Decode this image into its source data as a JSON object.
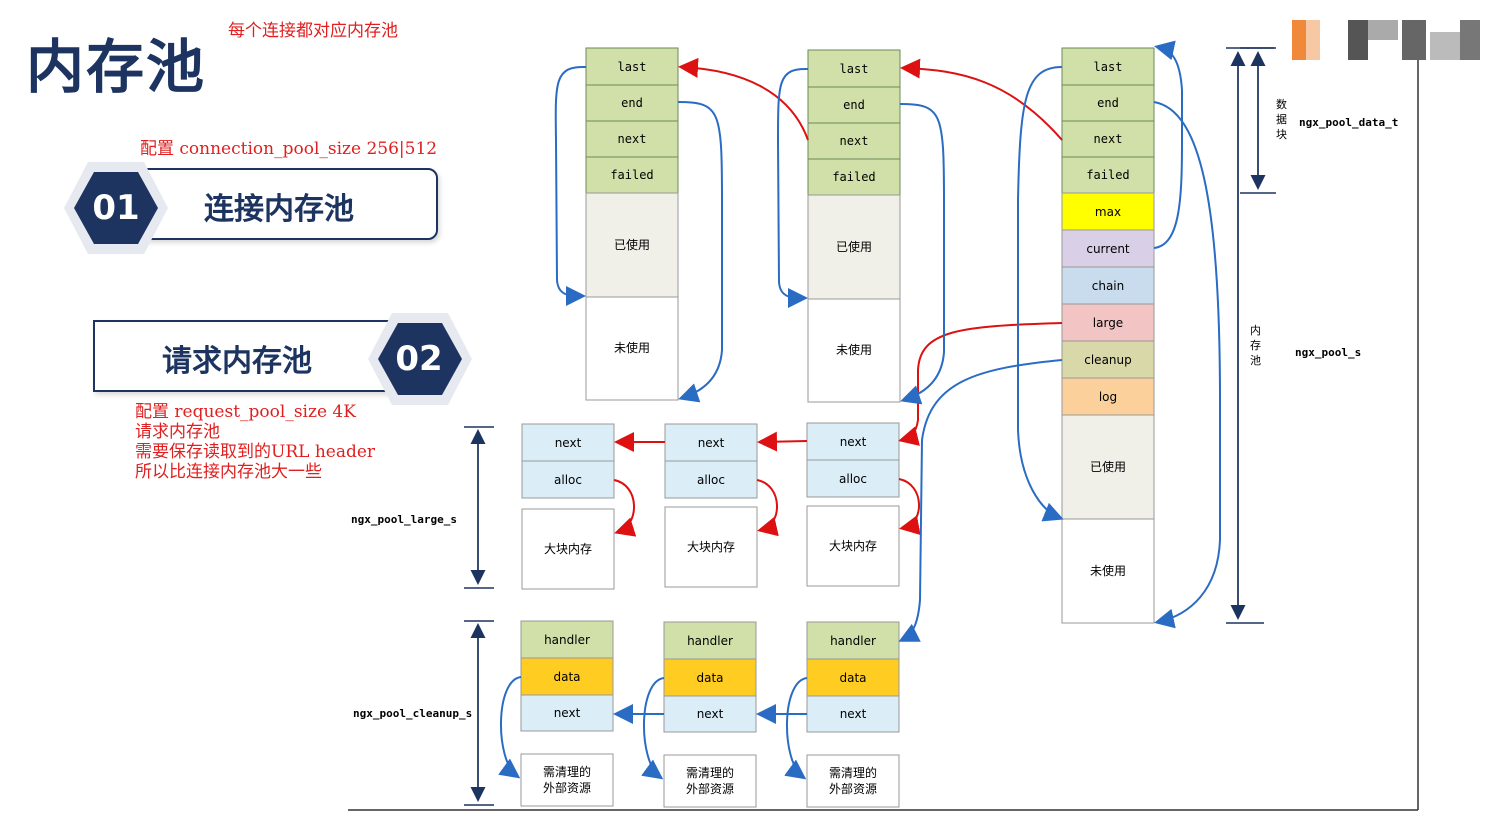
{
  "slide": {
    "title": "内存池",
    "note_top": "每个连接都对应内存池"
  },
  "connection_card": {
    "number": "01",
    "label": "连接内存池",
    "note": "配置 connection_pool_size 256|512"
  },
  "request_card": {
    "number": "02",
    "label": "请求内存池",
    "notes": [
      "配置 request_pool_size 4K",
      "请求内存池",
      "需要保存读取到的URL header",
      "所以比连接内存池大一些"
    ]
  },
  "colors": {
    "navy": "#1d3461",
    "note_red": "#e02020",
    "green": "#d0e0a8",
    "used": "#f0efe8",
    "blue_cell": "#dbeef8",
    "max": "#ffff00",
    "current": "#d9d0e8",
    "chain": "#c8dcee",
    "large": "#f2c4c4",
    "cleanup": "#d8d8a8",
    "log": "#fbd09a",
    "data_yellow": "#ffcc22",
    "arrow_red": "#dd1111",
    "arrow_blue": "#2a6cc4"
  },
  "diagram": {
    "pool_small_cells": [
      "last",
      "end",
      "next",
      "failed",
      "已使用",
      "未使用"
    ],
    "pool_main_cells": [
      "last",
      "end",
      "next",
      "failed",
      "max",
      "current",
      "chain",
      "large",
      "cleanup",
      "log",
      "已使用",
      "未使用"
    ],
    "large_cells": [
      "next",
      "alloc",
      "大块内存"
    ],
    "cleanup_cells": [
      "handler",
      "data",
      "next",
      "需清理的",
      "外部资源"
    ],
    "label_data_block": [
      "数",
      "据",
      "块"
    ],
    "label_data_t": "ngx_pool_data_t",
    "label_pool": [
      "内",
      "存",
      "池"
    ],
    "label_pool_s": "ngx_pool_s",
    "label_large_s": "ngx_pool_large_s",
    "label_cleanup_s": "ngx_pool_cleanup_s"
  }
}
